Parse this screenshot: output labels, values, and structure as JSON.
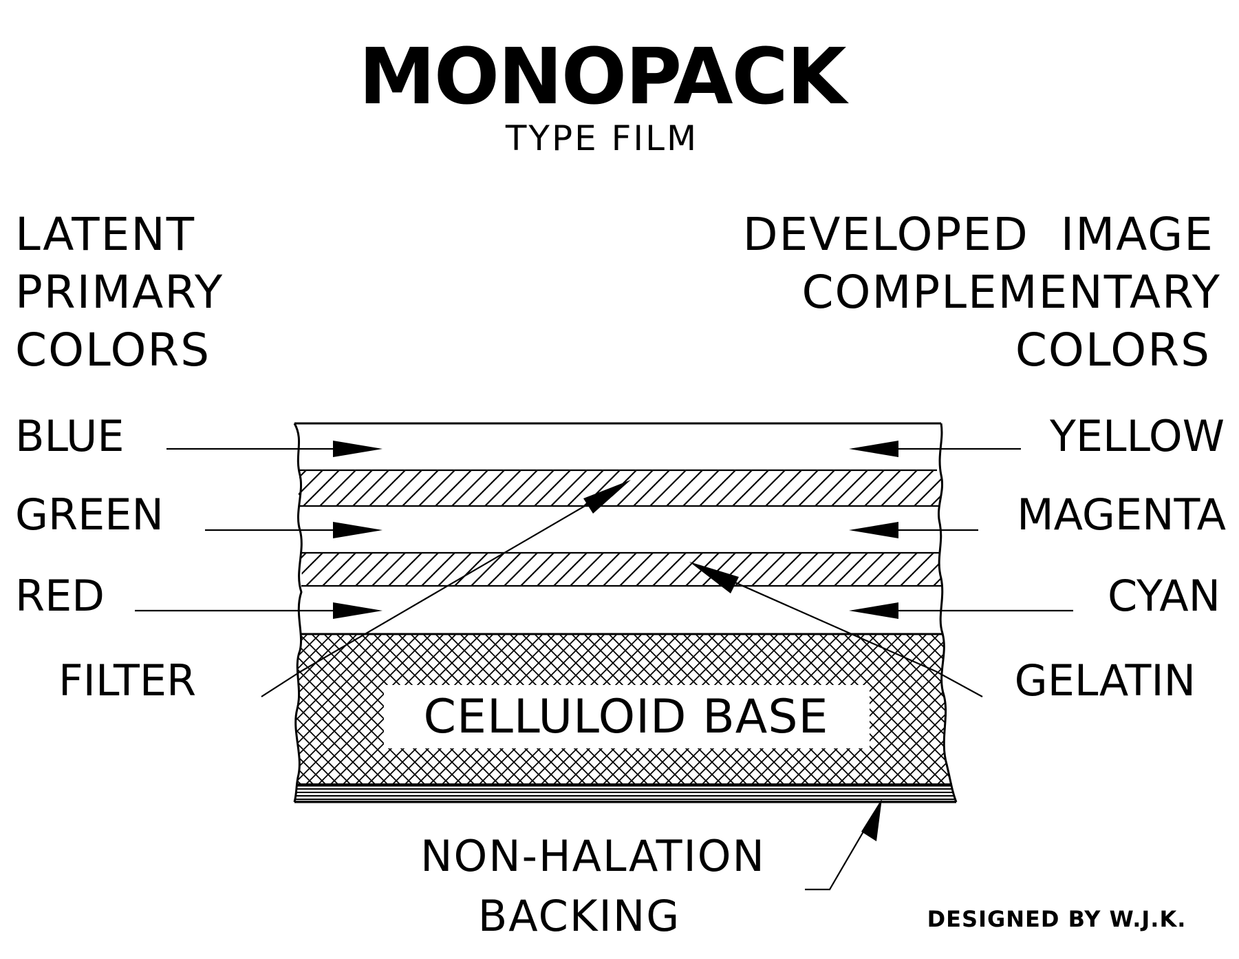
{
  "title": "MONOPACK",
  "subtitle": "TYPE FILM",
  "left_heading": [
    "LATENT",
    "PRIMARY",
    "COLORS"
  ],
  "right_heading": [
    "DEVELOPED  IMAGE",
    "COMPLEMENTARY",
    "COLORS"
  ],
  "left_layers": [
    "BLUE",
    "GREEN",
    "RED"
  ],
  "right_layers": [
    "YELLOW",
    "MAGENTA",
    "CYAN"
  ],
  "filter_label": "FILTER",
  "gelatin_label": "GELATIN",
  "base_label": "CELLULOID BASE",
  "backing_label": [
    "NON-HALATION",
    "BACKING"
  ],
  "credit": "DESIGNED BY W.J.K."
}
